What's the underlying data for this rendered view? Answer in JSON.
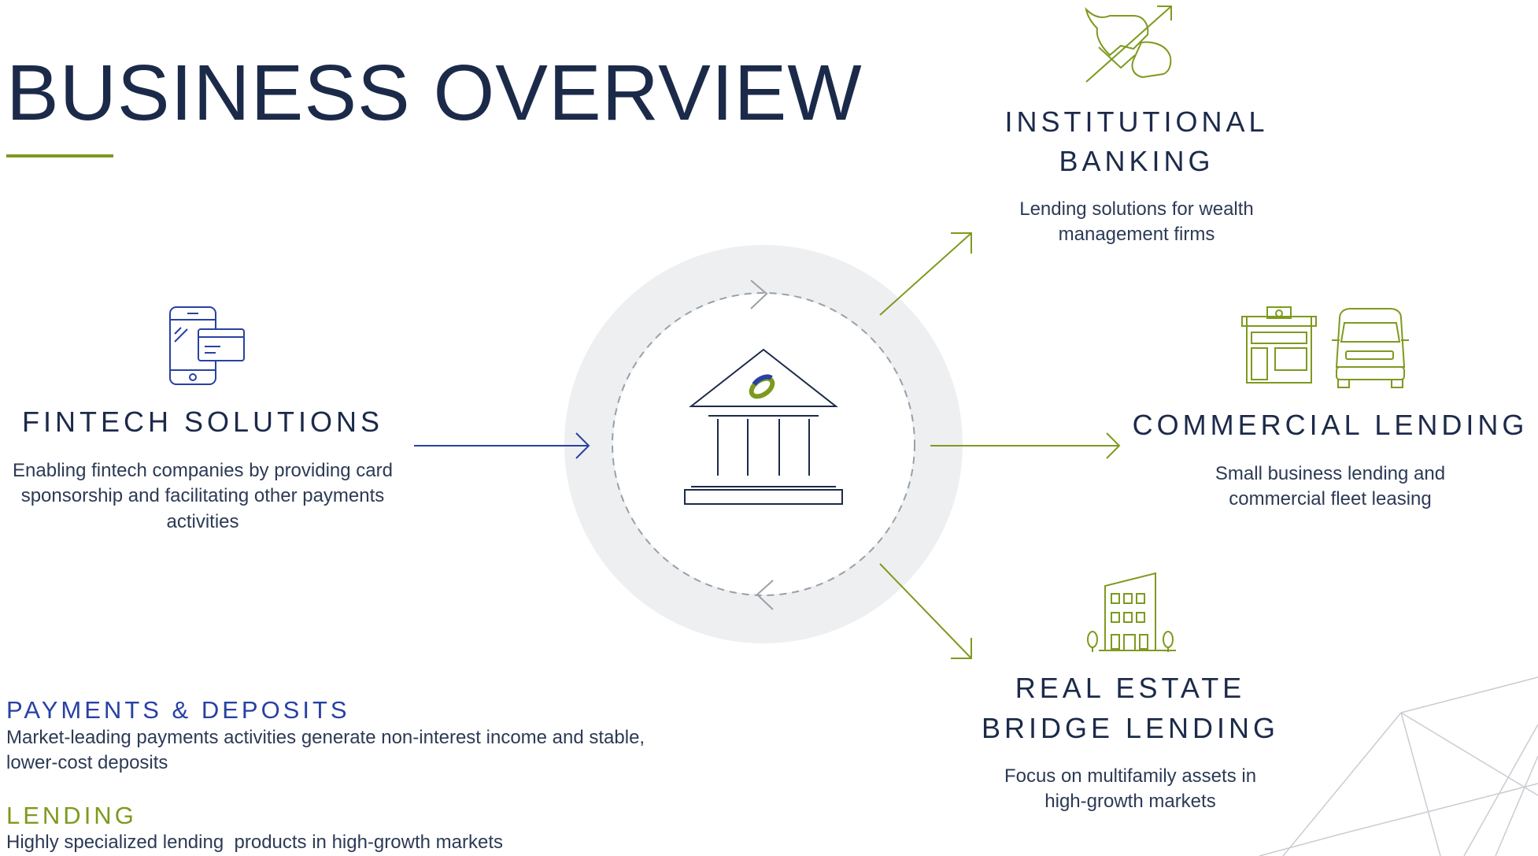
{
  "title": "BUSINESS OVERVIEW",
  "fintech": {
    "heading": "FINTECH SOLUTIONS",
    "description": "Enabling fintech companies by providing card sponsorship and facilitating other payments activities"
  },
  "institutional": {
    "heading_line1": "INSTITUTIONAL",
    "heading_line2": "BANKING",
    "description": "Lending solutions for wealth management firms"
  },
  "commercial": {
    "heading": "COMMERCIAL LENDING",
    "description": "Small business lending and commercial fleet leasing"
  },
  "real_estate": {
    "heading_line1": "REAL ESTATE",
    "heading_line2": "BRIDGE LENDING",
    "description": "Focus on multifamily assets in high-growth markets"
  },
  "payments_deposits": {
    "label": "PAYMENTS & DEPOSITS",
    "text": "Market-leading payments activities generate non-interest income and stable, lower-cost deposits"
  },
  "lending": {
    "label": "LENDING",
    "text": "Highly specialized lending  products in high-growth markets"
  },
  "colors": {
    "navy": "#1c2a4a",
    "blue": "#2841a4",
    "green": "#7e9a1e",
    "ring": "#eeeff1"
  },
  "icons": [
    "mobile-card-icon",
    "bank-building-icon",
    "bull-bear-icon",
    "storefront-icon",
    "van-icon",
    "apartment-building-icon"
  ]
}
